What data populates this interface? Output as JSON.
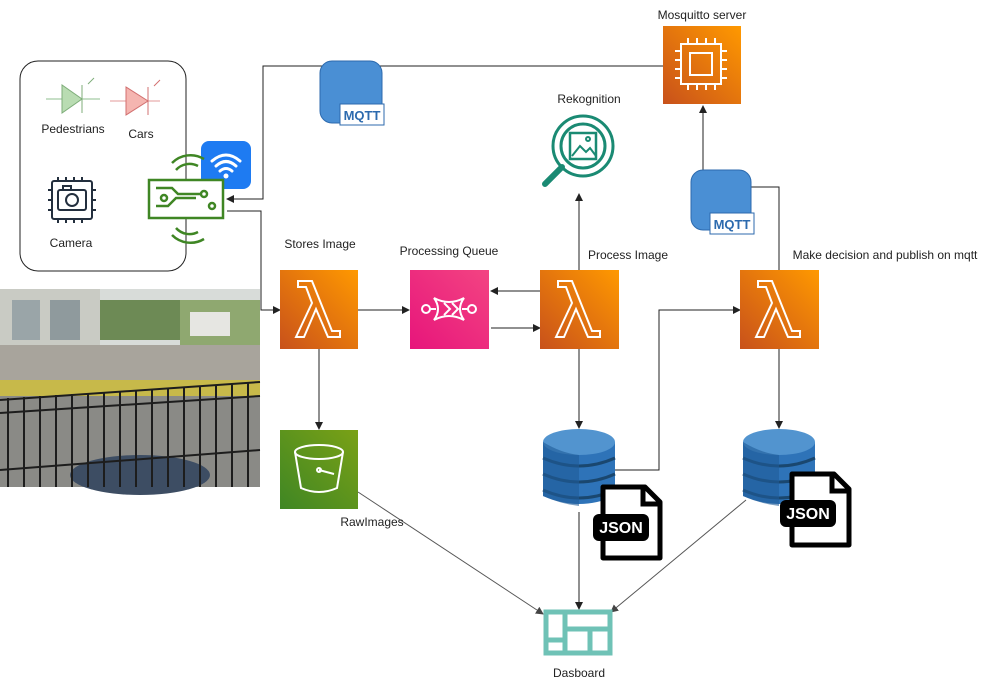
{
  "labels": {
    "pedestrians": "Pedestrians",
    "cars": "Cars",
    "camera": "Camera",
    "stores_image": "Stores Image",
    "processing_queue": "Processing Queue",
    "process_image": "Process Image",
    "make_decision": "Make decision and publish on mqtt",
    "rekognition": "Rekognition",
    "mosquitto_server": "Mosquitto server",
    "raw_images": "RawImages",
    "dashboard": "Dasboard",
    "mqtt_badge": "MQTT",
    "json_badge": "JSON"
  },
  "colors": {
    "lambda_orange": "#ED7100",
    "queue_pink": "#E7157B",
    "s3_green": "#3F8624",
    "rekognition_teal": "#1A8A73",
    "dynamo_blue": "#2E73B8",
    "mqtt_blue": "#4A8FD4",
    "wifi_blue": "#1E7BF2",
    "dashboard_teal": "#6FC2B6"
  },
  "icons": {
    "lambda": "lambda-icon",
    "queue": "sqs-queue-icon",
    "s3": "s3-bucket-icon",
    "dynamo": "dynamodb-icon",
    "rekognition": "rekognition-icon",
    "ec2": "ec2-server-icon",
    "mqtt": "mqtt-icon",
    "json": "json-file-icon",
    "wifi": "wifi-icon",
    "board": "iot-board-icon",
    "camera": "camera-icon",
    "diode": "diode-icon",
    "dashboard": "dashboard-icon",
    "photo": "street-photo"
  }
}
